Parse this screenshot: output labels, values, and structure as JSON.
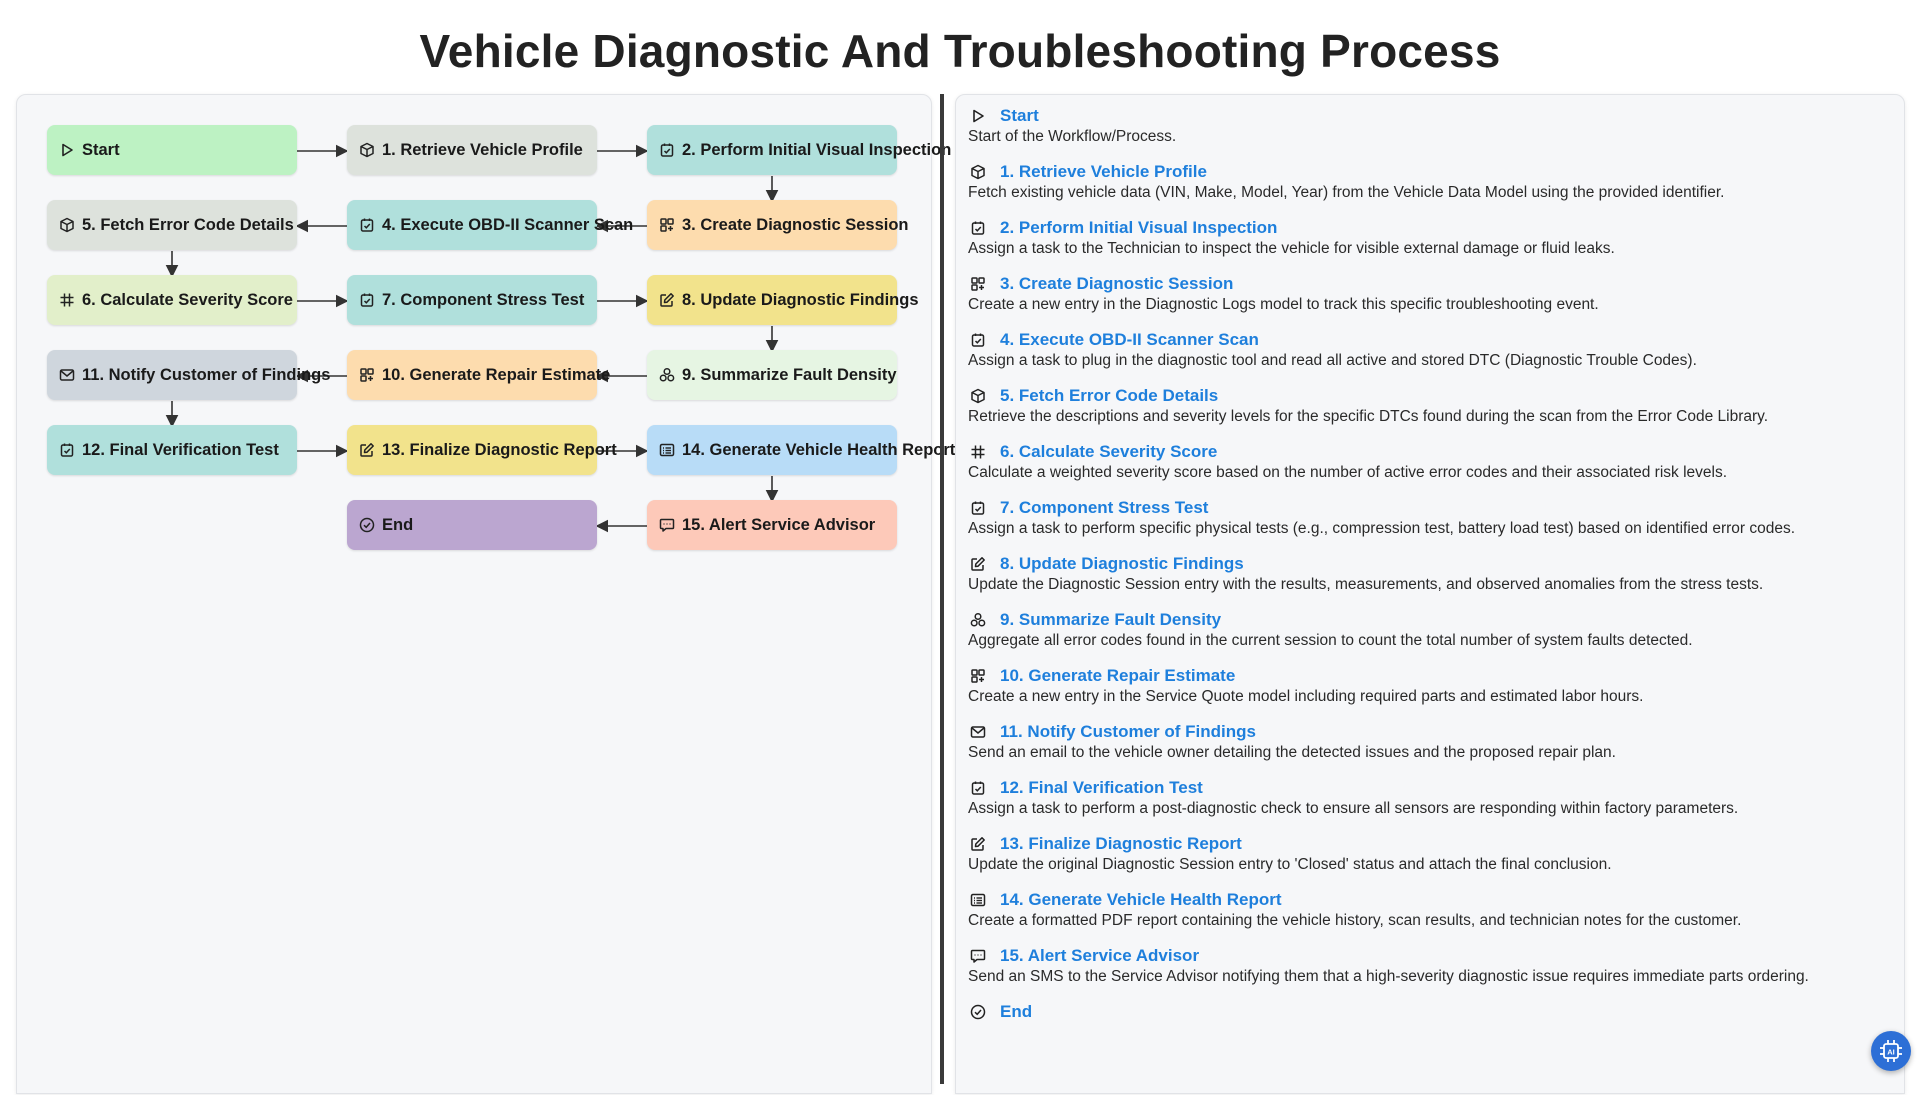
{
  "page": {
    "title": "Vehicle Diagnostic And Troubleshooting Process"
  },
  "colors": {
    "green": "#bdf2c3",
    "gray": "#dde2dc",
    "teal": "#b0e0dc",
    "orange": "#fddcae",
    "lime": "#e2efca",
    "yellow": "#f2e38c",
    "mint": "#e6f5e3",
    "slate": "#cfd6dd",
    "blue": "#b8dcf7",
    "purple": "#bba6d0",
    "salmon": "#fdc9b9",
    "link": "#1e7fdc"
  },
  "flow": {
    "nodes": [
      {
        "id": "start",
        "label": "Start",
        "icon": "play-icon",
        "color": "#bdf2c3"
      },
      {
        "id": "n1",
        "label": "1. Retrieve Vehicle Profile",
        "icon": "cube-icon",
        "color": "#dde2dc"
      },
      {
        "id": "n2",
        "label": "2. Perform Initial Visual Inspection",
        "icon": "task-icon",
        "color": "#b0e0dc"
      },
      {
        "id": "n3",
        "label": "3. Create Diagnostic Session",
        "icon": "grid-plus-icon",
        "color": "#fddcae"
      },
      {
        "id": "n4",
        "label": "4. Execute OBD-II Scanner Scan",
        "icon": "task-icon",
        "color": "#b0e0dc"
      },
      {
        "id": "n5",
        "label": "5. Fetch Error Code Details",
        "icon": "cube-icon",
        "color": "#dde2dc"
      },
      {
        "id": "n6",
        "label": "6. Calculate Severity Score",
        "icon": "hash-icon",
        "color": "#e2efca"
      },
      {
        "id": "n7",
        "label": "7. Component Stress Test",
        "icon": "task-icon",
        "color": "#b0e0dc"
      },
      {
        "id": "n8",
        "label": "8. Update Diagnostic Findings",
        "icon": "edit-icon",
        "color": "#f2e38c"
      },
      {
        "id": "n9",
        "label": "9. Summarize Fault Density",
        "icon": "cluster-icon",
        "color": "#e6f5e3"
      },
      {
        "id": "n10",
        "label": "10. Generate Repair Estimate",
        "icon": "grid-plus-icon",
        "color": "#fddcae"
      },
      {
        "id": "n11",
        "label": "11. Notify Customer of Findings",
        "icon": "mail-icon",
        "color": "#cfd6dd"
      },
      {
        "id": "n12",
        "label": "12. Final Verification Test",
        "icon": "task-icon",
        "color": "#b0e0dc"
      },
      {
        "id": "n13",
        "label": "13. Finalize Diagnostic Report",
        "icon": "edit-icon",
        "color": "#f2e38c"
      },
      {
        "id": "n14",
        "label": "14. Generate Vehicle Health Report",
        "icon": "report-icon",
        "color": "#b8dcf7"
      },
      {
        "id": "n15",
        "label": "15. Alert Service Advisor",
        "icon": "sms-icon",
        "color": "#fdc9b9"
      },
      {
        "id": "end",
        "label": "End",
        "icon": "check-circle-icon",
        "color": "#bba6d0"
      }
    ]
  },
  "steps": [
    {
      "title": "Start",
      "icon": "play-icon",
      "desc": "Start of the Workflow/Process."
    },
    {
      "title": "1. Retrieve Vehicle Profile",
      "icon": "cube-icon",
      "desc": "Fetch existing vehicle data (VIN, Make, Model, Year) from the Vehicle Data Model using the provided identifier."
    },
    {
      "title": "2. Perform Initial Visual Inspection",
      "icon": "task-icon",
      "desc": "Assign a task to the Technician to inspect the vehicle for visible external damage or fluid leaks."
    },
    {
      "title": "3. Create Diagnostic Session",
      "icon": "grid-plus-icon",
      "desc": "Create a new entry in the Diagnostic Logs model to track this specific troubleshooting event."
    },
    {
      "title": "4. Execute OBD-II Scanner Scan",
      "icon": "task-icon",
      "desc": "Assign a task to plug in the diagnostic tool and read all active and stored DTC (Diagnostic Trouble Codes)."
    },
    {
      "title": "5. Fetch Error Code Details",
      "icon": "cube-icon",
      "desc": "Retrieve the descriptions and severity levels for the specific DTCs found during the scan from the Error Code Library."
    },
    {
      "title": "6. Calculate Severity Score",
      "icon": "hash-icon",
      "desc": "Calculate a weighted severity score based on the number of active error codes and their associated risk levels."
    },
    {
      "title": "7. Component Stress Test",
      "icon": "task-icon",
      "desc": "Assign a task to perform specific physical tests (e.g., compression test, battery load test) based on identified error codes."
    },
    {
      "title": "8. Update Diagnostic Findings",
      "icon": "edit-icon",
      "desc": "Update the Diagnostic Session entry with the results, measurements, and observed anomalies from the stress tests."
    },
    {
      "title": "9. Summarize Fault Density",
      "icon": "cluster-icon",
      "desc": "Aggregate all error codes found in the current session to count the total number of system faults detected."
    },
    {
      "title": "10. Generate Repair Estimate",
      "icon": "grid-plus-icon",
      "desc": "Create a new entry in the Service Quote model including required parts and estimated labor hours."
    },
    {
      "title": "11. Notify Customer of Findings",
      "icon": "mail-icon",
      "desc": "Send an email to the vehicle owner detailing the detected issues and the proposed repair plan."
    },
    {
      "title": "12. Final Verification Test",
      "icon": "task-icon",
      "desc": "Assign a task to perform a post-diagnostic check to ensure all sensors are responding within factory parameters."
    },
    {
      "title": "13. Finalize Diagnostic Report",
      "icon": "edit-icon",
      "desc": "Update the original Diagnostic Session entry to 'Closed' status and attach the final conclusion."
    },
    {
      "title": "14. Generate Vehicle Health Report",
      "icon": "report-icon",
      "desc": "Create a formatted PDF report containing the vehicle history, scan results, and technician notes for the customer."
    },
    {
      "title": "15. Alert Service Advisor",
      "icon": "sms-icon",
      "desc": "Send an SMS to the Service Advisor notifying them that a high-severity diagnostic issue requires immediate parts ordering."
    },
    {
      "title": "End",
      "icon": "check-circle-icon",
      "desc": ""
    }
  ],
  "fab": {
    "icon": "ai-chip-icon"
  }
}
